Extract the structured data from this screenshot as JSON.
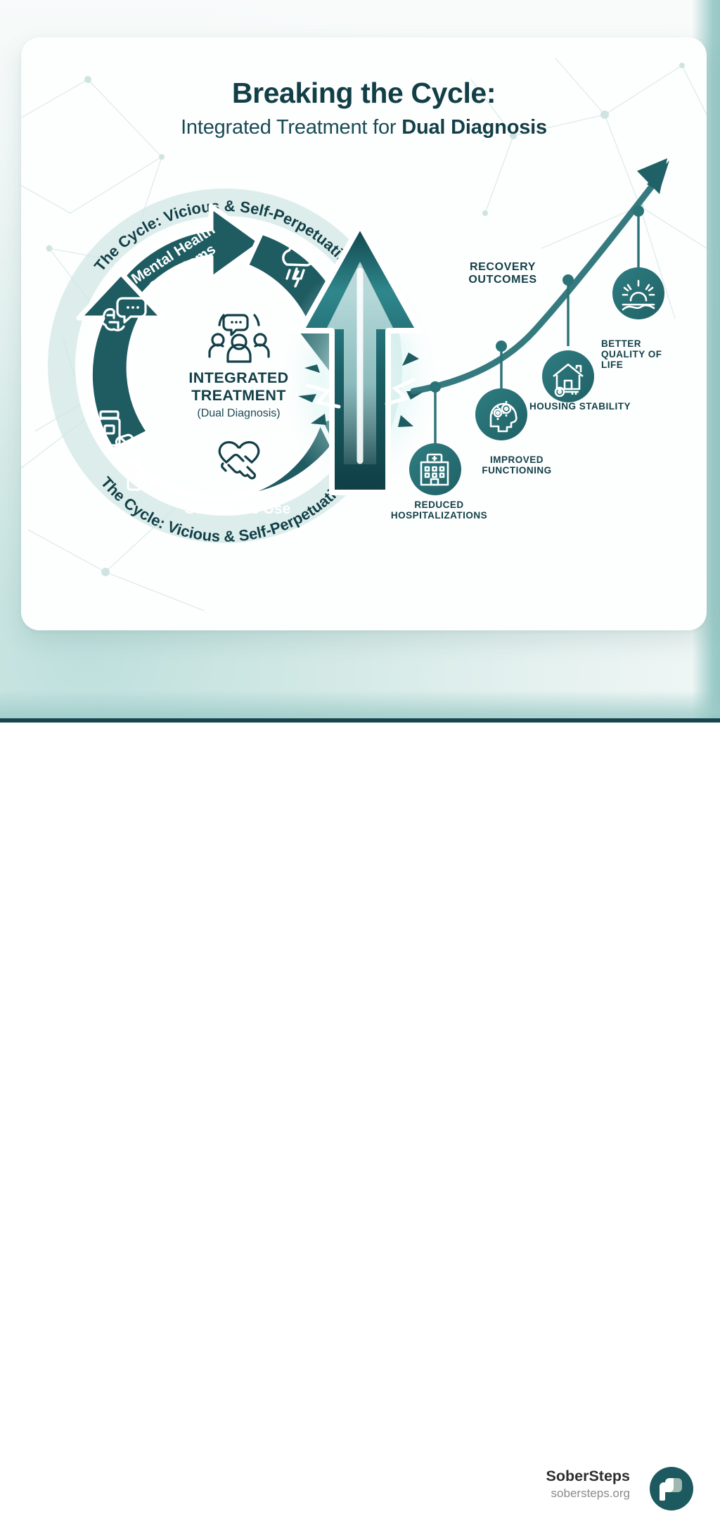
{
  "title": {
    "main": "Breaking the Cycle:",
    "sub_prefix": "Integrated Treatment for ",
    "sub_emphasis": "Dual Diagnosis"
  },
  "cycle": {
    "ring_caption_top": "The Cycle: Vicious & Self-Perpetuating",
    "ring_caption_bottom": "The Cycle: Vicious & Self-Perpetuating",
    "node_top_label": "Mental Health Symptoms",
    "node_bottom_label": "Substance Use",
    "center_title": "INTEGRATED TREATMENT",
    "center_subtitle": "(Dual Diagnosis)",
    "icons": {
      "top_right": "storm-cloud-icon",
      "top_left": "brain-speech-bubble-icon",
      "bottom_left_upper": "pill-bottle-icon",
      "bottom_left_lower": "alcohol-bottle-icon",
      "center_top": "support-group-icon",
      "center_bottom": "handshake-heart-icon",
      "breakthrough": "breaking-arrow-icon"
    }
  },
  "recovery": {
    "heading_line1": "RECOVERY",
    "heading_line2": "OUTCOMES",
    "milestones": [
      {
        "label": "REDUCED HOSPITALIZATIONS",
        "icon": "hospital-icon"
      },
      {
        "label": "IMPROVED FUNCTIONING",
        "icon": "head-gears-icon"
      },
      {
        "label": "HOUSING STABILITY",
        "icon": "house-key-icon"
      },
      {
        "label": "BETTER QUALITY OF LIFE",
        "icon": "sunrise-icon"
      }
    ]
  },
  "footer": {
    "brand_name": "SoberSteps",
    "brand_url": "sobersteps.org",
    "logo_icon": "sobersteps-monogram-icon"
  },
  "colors": {
    "deep_teal": "#17454e",
    "dark_teal": "#1c5a60",
    "mid_teal": "#2a7377",
    "ring_pale": "#cfe6e3",
    "card_bg": "#fdfefe",
    "page_bg": "#dfeeec",
    "title_ink": "#123f47",
    "footer_name": "#2e2e2e",
    "footer_url": "#8b8b8b"
  },
  "chart_data": {
    "type": "line",
    "title": "RECOVERY OUTCOMES",
    "description": "Upward recovery trajectory with four milestone nodes rising left to right",
    "x": [
      1,
      2,
      3,
      4
    ],
    "categories": [
      "REDUCED HOSPITALIZATIONS",
      "IMPROVED FUNCTIONING",
      "HOUSING STABILITY",
      "BETTER QUALITY OF LIFE"
    ],
    "values": [
      1,
      2,
      3.4,
      5
    ],
    "xlabel": "",
    "ylabel": "",
    "grid": false,
    "legend": false
  }
}
